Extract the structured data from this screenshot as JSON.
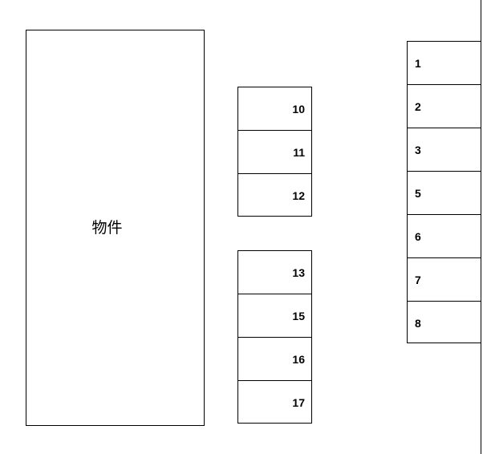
{
  "building": {
    "label": "物件"
  },
  "middle_top_slots": [
    "10",
    "11",
    "12"
  ],
  "middle_bottom_slots": [
    "13",
    "15",
    "16",
    "17"
  ],
  "right_slots": [
    "1",
    "2",
    "3",
    "5",
    "6",
    "7",
    "8"
  ]
}
